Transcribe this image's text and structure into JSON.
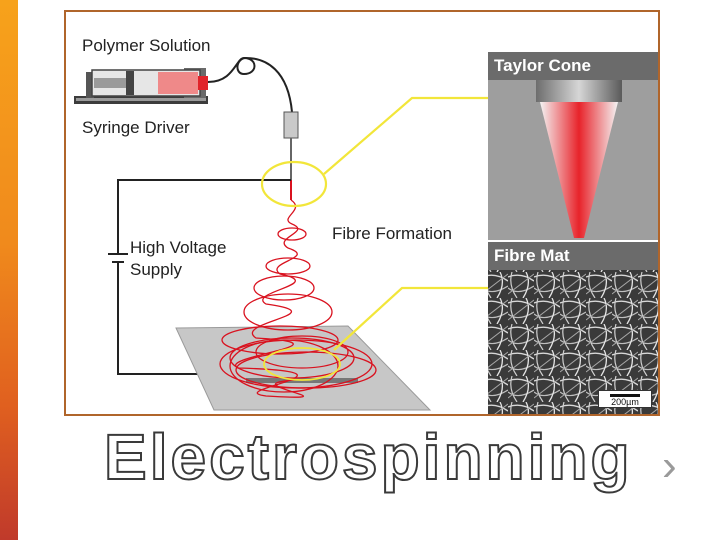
{
  "slide": {
    "title": "Electrospinning",
    "next_arrow": "›"
  },
  "figure": {
    "labels": {
      "polymer_solution": "Polymer Solution",
      "syringe_driver": "Syringe Driver",
      "high_voltage_line1": "High Voltage",
      "high_voltage_line2": "Supply",
      "fibre_formation": "Fibre Formation"
    },
    "insets": {
      "taylor_cone": "Taylor Cone",
      "fibre_mat": "Fibre Mat",
      "scale_bar": "200µm"
    }
  },
  "colors": {
    "accent_orange": "#f08a1c",
    "frame_border": "#b0652b",
    "fibre_red": "#d9121f",
    "callout_yellow": "#f2e63a"
  },
  "icons": {
    "next": "chevron-right-icon"
  }
}
